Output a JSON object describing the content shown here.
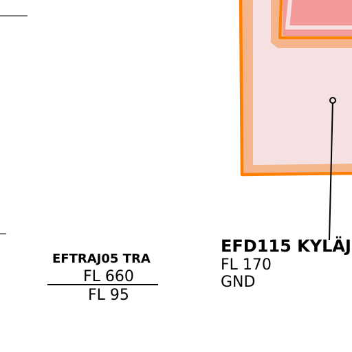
{
  "map": {
    "colors": {
      "background": "#ffffff",
      "area_fill": "#f5e1e1",
      "area_border": "#ff8000",
      "area_halo": "#f4b48c",
      "inner_fill": "#f29a9a",
      "leader_line": "#000000"
    },
    "areas": [
      {
        "id": "EFD115 KYLÄJ",
        "label": "EFD115 KYLÄJ",
        "upper_limit": "FL 170",
        "lower_limit": "GND"
      },
      {
        "id": "EFTRAJ05 TRA",
        "label": "EFTRAJ05 TRA",
        "upper_limit": "FL 660",
        "lower_limit": "FL 95"
      }
    ]
  }
}
